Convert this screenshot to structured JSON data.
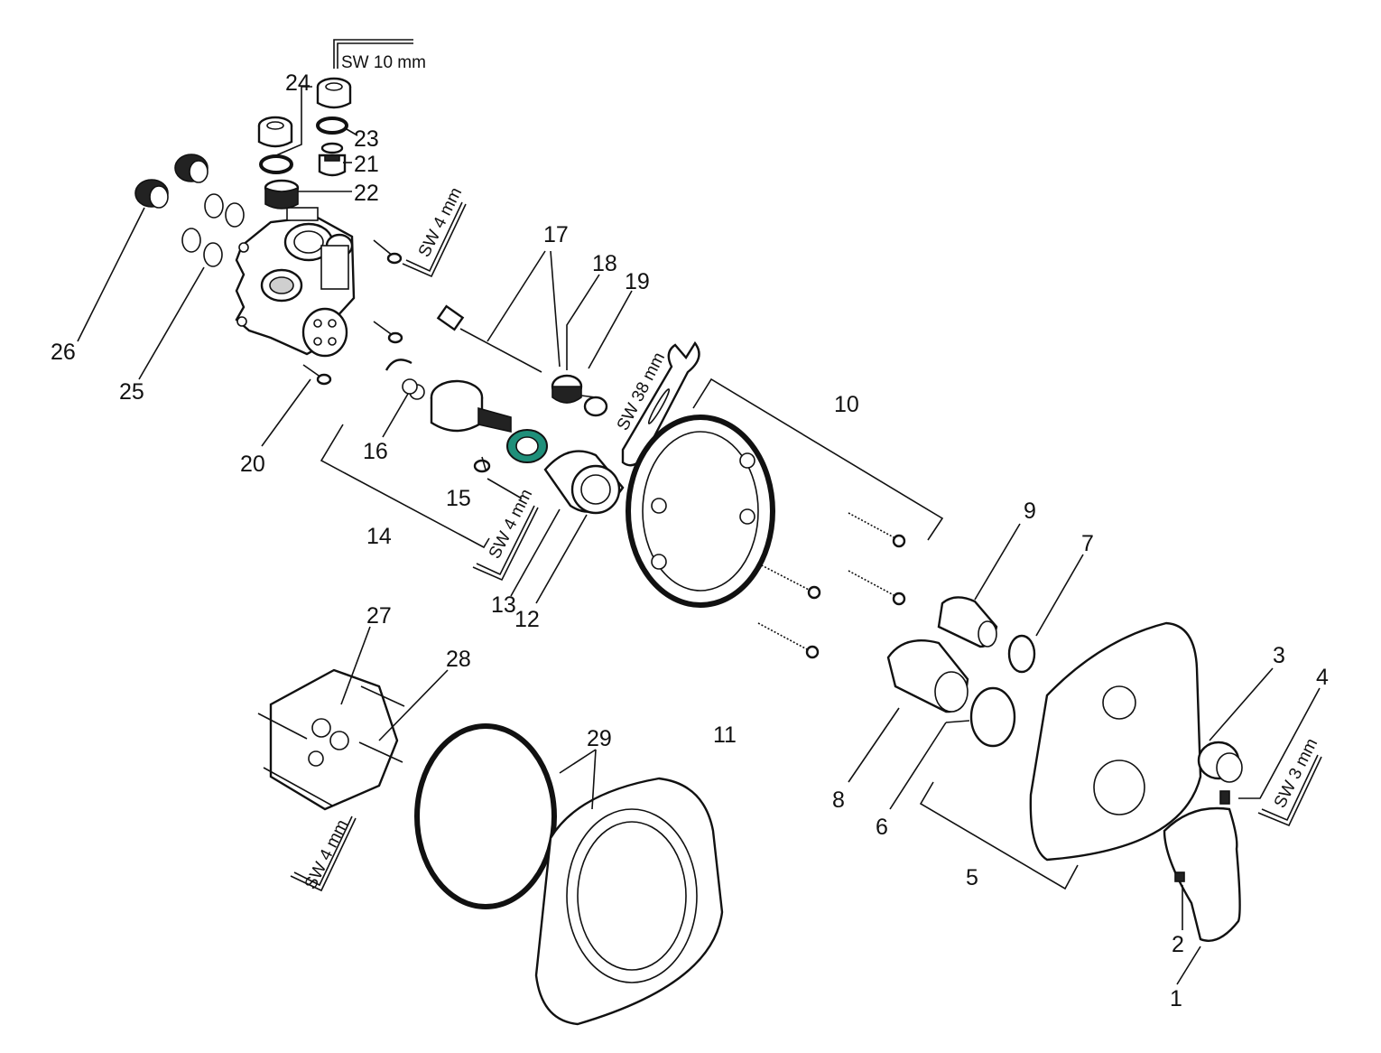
{
  "callouts": [
    {
      "id": "1",
      "label": "1"
    },
    {
      "id": "2",
      "label": "2"
    },
    {
      "id": "3",
      "label": "3"
    },
    {
      "id": "4",
      "label": "4"
    },
    {
      "id": "5",
      "label": "5"
    },
    {
      "id": "6",
      "label": "6"
    },
    {
      "id": "7",
      "label": "7"
    },
    {
      "id": "8",
      "label": "8"
    },
    {
      "id": "9",
      "label": "9"
    },
    {
      "id": "10",
      "label": "10"
    },
    {
      "id": "11",
      "label": "11"
    },
    {
      "id": "12",
      "label": "12"
    },
    {
      "id": "13",
      "label": "13"
    },
    {
      "id": "14",
      "label": "14"
    },
    {
      "id": "15",
      "label": "15"
    },
    {
      "id": "16",
      "label": "16"
    },
    {
      "id": "17",
      "label": "17"
    },
    {
      "id": "18",
      "label": "18"
    },
    {
      "id": "19",
      "label": "19"
    },
    {
      "id": "20",
      "label": "20"
    },
    {
      "id": "21",
      "label": "21"
    },
    {
      "id": "22",
      "label": "22"
    },
    {
      "id": "23",
      "label": "23"
    },
    {
      "id": "24",
      "label": "24"
    },
    {
      "id": "25",
      "label": "25"
    },
    {
      "id": "26",
      "label": "26"
    },
    {
      "id": "27",
      "label": "27"
    },
    {
      "id": "28",
      "label": "28"
    },
    {
      "id": "29",
      "label": "29"
    }
  ],
  "tools": {
    "sw10": "SW 10 mm",
    "sw4_top": "SW 4 mm",
    "sw38": "SW 38 mm",
    "sw4_mid": "SW 4 mm",
    "sw4_bottom": "SW 4 mm",
    "sw3": "SW 3 mm"
  },
  "colors": {
    "line": "#111111",
    "accent_green": "#1f8f7a",
    "background": "#ffffff"
  }
}
